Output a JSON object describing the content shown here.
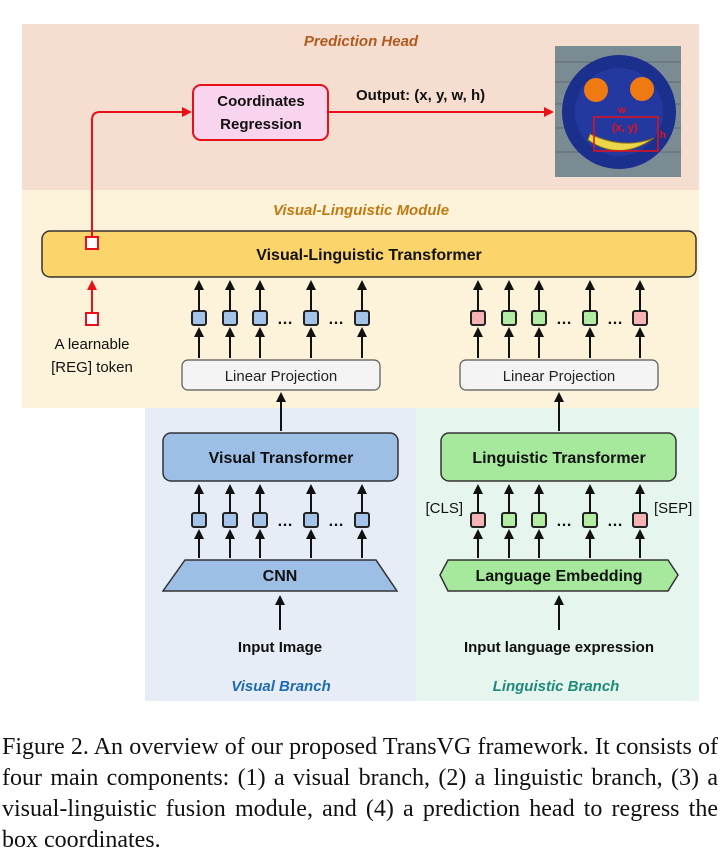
{
  "regions": {
    "prediction_head": "Prediction Head",
    "vl_module": "Visual-Linguistic Module",
    "visual_branch": "Visual Branch",
    "linguistic_branch": "Linguistic Branch"
  },
  "blocks": {
    "coordinates_regression_line1": "Coordinates",
    "coordinates_regression_line2": "Regression",
    "output_label": "Output: (x, y, w, h)",
    "vl_transformer": "Visual-Linguistic Transformer",
    "reg_token_line1": "A learnable",
    "reg_token_line2": "[REG] token",
    "visual_linear_projection": "Linear Projection",
    "linguistic_linear_projection": "Linear Projection",
    "visual_transformer": "Visual Transformer",
    "linguistic_transformer": "Linguistic Transformer",
    "cnn": "CNN",
    "language_embedding": "Language Embedding",
    "input_image": "Input Image",
    "input_language": "Input language expression",
    "cls_token": "[CLS]",
    "sep_token": "[SEP]",
    "ellipsis": "…",
    "photo_xy": "(x, y)",
    "photo_w": "w",
    "photo_h": "h"
  },
  "caption": "Figure 2. An overview of our proposed TransVG framework. It consists of four main components: (1) a visual branch, (2) a linguistic branch, (3) a visual-linguistic fusion module, and (4) a prediction head to regress the box coordinates.",
  "colors": {
    "prediction_bg": "#f5ddd0",
    "vl_bg": "#fdf3da",
    "visual_bg": "#e6edf7",
    "linguistic_bg": "#e6f6ee",
    "visual_block": "#9dbfe6",
    "linguistic_block": "#a6e89c",
    "vl_block": "#fbd46b",
    "regression_block": "#f9d4ee",
    "red": "#e8111a",
    "token_blue": "#a4c3e8",
    "token_green": "#b3eda4",
    "token_pink": "#f5b3b3"
  }
}
